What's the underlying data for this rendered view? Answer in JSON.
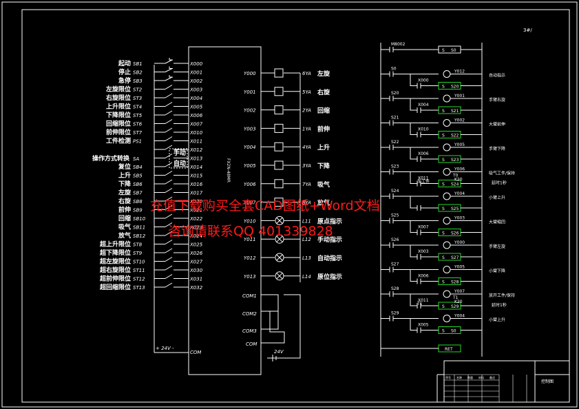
{
  "sheet": {
    "corner_note": "3#/"
  },
  "inputs": [
    {
      "label": "起动",
      "dev": "SB1",
      "addr": "X000"
    },
    {
      "label": "停止",
      "dev": "SB2",
      "addr": "X001"
    },
    {
      "label": "急停",
      "dev": "SB3",
      "addr": "X002"
    },
    {
      "label": "左旋限位",
      "dev": "ST2",
      "addr": "X003"
    },
    {
      "label": "右旋限位",
      "dev": "ST3",
      "addr": "X004"
    },
    {
      "label": "上升限位",
      "dev": "ST4",
      "addr": "X005"
    },
    {
      "label": "下降限位",
      "dev": "ST5",
      "addr": "X006"
    },
    {
      "label": "回缩限位",
      "dev": "ST6",
      "addr": "X007"
    },
    {
      "label": "前伸限位",
      "dev": "ST7",
      "addr": "X010"
    },
    {
      "label": "工件检测",
      "dev": "PS1",
      "addr": "X011"
    },
    {
      "label": "",
      "dev": "",
      "addr": "X012"
    },
    {
      "label": "",
      "dev": "",
      "addr": "X013"
    },
    {
      "label": "复位",
      "dev": "SB4",
      "addr": "X014"
    },
    {
      "label": "上升",
      "dev": "SB5",
      "addr": "X015"
    },
    {
      "label": "下降",
      "dev": "SB6",
      "addr": "X016"
    },
    {
      "label": "左旋",
      "dev": "SB7",
      "addr": "X017"
    },
    {
      "label": "右旋",
      "dev": "SB8",
      "addr": "X020"
    },
    {
      "label": "前伸",
      "dev": "SB9",
      "addr": "X021"
    },
    {
      "label": "回缩",
      "dev": "SB10",
      "addr": "X022"
    },
    {
      "label": "吸气",
      "dev": "SB11",
      "addr": "X023"
    },
    {
      "label": "放气",
      "dev": "SB12",
      "addr": "X024"
    },
    {
      "label": "超上升限位",
      "dev": "ST8",
      "addr": "X025"
    },
    {
      "label": "超下降限位",
      "dev": "ST9",
      "addr": "X026"
    },
    {
      "label": "超左旋限位",
      "dev": "ST10",
      "addr": "X027"
    },
    {
      "label": "超右旋限位",
      "dev": "ST11",
      "addr": "X030"
    },
    {
      "label": "超前伸限位",
      "dev": "ST12",
      "addr": "X031"
    },
    {
      "label": "超回缩限位",
      "dev": "ST13",
      "addr": "X032"
    }
  ],
  "mode_switch": {
    "label": "操作方式转换",
    "dev": "SA",
    "manual": "手动",
    "auto": "自动"
  },
  "com_labels": {
    "in_com": "COM",
    "supply": "+ 24V -",
    "out_com1": "COM1",
    "out_com2": "COM2",
    "out_com3": "COM3",
    "out_com": "COM",
    "out_supply": "24V"
  },
  "plc_model": "FX2N-48MR",
  "outputs": [
    {
      "addr": "Y000",
      "dev": "6YA",
      "label": "左旋"
    },
    {
      "addr": "Y001",
      "dev": "5YA",
      "label": "右旋"
    },
    {
      "addr": "Y002",
      "dev": "2YA",
      "label": "回缩"
    },
    {
      "addr": "Y003",
      "dev": "1YA",
      "label": "前伸"
    },
    {
      "addr": "Y004",
      "dev": "4YA",
      "label": "上升"
    },
    {
      "addr": "Y005",
      "dev": "3YA",
      "label": "下降"
    },
    {
      "addr": "Y006",
      "dev": "7YA",
      "label": "吸气"
    },
    {
      "addr": "Y007",
      "dev": "8YA",
      "label": "放气"
    },
    {
      "addr": "Y010",
      "dev": "L11",
      "label": "原点指示"
    },
    {
      "addr": "Y011",
      "dev": "L12",
      "label": "手动指示"
    },
    {
      "addr": "Y012",
      "dev": "L13",
      "label": "自动指示"
    },
    {
      "addr": "Y013",
      "dev": "L14",
      "label": "原位指示"
    }
  ],
  "ladder": {
    "rungs": [
      {
        "contact": "M8002",
        "coil": "S0",
        "note": ""
      },
      {
        "contact": "S0",
        "coil": "Y012",
        "note": "自动指示",
        "sub_contact": "X000",
        "sub_coil": "S20"
      },
      {
        "contact": "S20",
        "coil": "Y001",
        "note": "手臂右旋",
        "sub_contact": "X004",
        "sub_coil": "S21"
      },
      {
        "contact": "S21",
        "coil": "Y002",
        "note": "大臂前伸",
        "sub_contact": "X010",
        "sub_coil": "S22"
      },
      {
        "contact": "S22",
        "coil": "Y005",
        "note": "手臂下降",
        "sub_contact": "X006",
        "sub_coil": "S23"
      },
      {
        "contact": "S23",
        "coil": "Y006",
        "note": "吸气工件/保持",
        "sub_contact": "X011",
        "sub_coil": "T0",
        "extra1": "无工件",
        "extra2": "T0",
        "extra3": "K20",
        "note2": "延时1秒",
        "sub_coil2": "S24"
      },
      {
        "contact": "S24",
        "coil": "Y004",
        "note": "小臂上升",
        "sub_contact": "",
        "sub_coil": "S25"
      },
      {
        "contact": "S25",
        "coil": "Y003",
        "note": "大臂缩回",
        "sub_contact": "X007",
        "sub_coil": "S26"
      },
      {
        "contact": "S26",
        "coil": "Y000",
        "note": "手臂左旋",
        "sub_contact": "X003",
        "sub_coil": "S27"
      },
      {
        "contact": "S27",
        "coil": "Y005",
        "note": "小臂下降",
        "sub_contact": "X006",
        "sub_coil": "S28"
      },
      {
        "contact": "S28",
        "coil": "Y007",
        "note": "放开工件/保持",
        "sub_contact": "X011",
        "sub_coil": "T1",
        "extra1": "T1",
        "extra3": "K20",
        "note2": "延时1秒",
        "sub_coil2": "S29"
      },
      {
        "contact": "S29",
        "coil": "Y004",
        "note": "小臂上升",
        "sub_contact": "X005",
        "sub_coil": "S0"
      }
    ],
    "end": "RET"
  },
  "title_block": {
    "drawing_name": "控制图",
    "cells": [
      "序号",
      "名称",
      "数量",
      "材料",
      "备注"
    ]
  },
  "watermark": {
    "line1": "充值下载购买全套CAD图纸+Word文档",
    "line2": "咨询请联系QQ 401339828"
  }
}
